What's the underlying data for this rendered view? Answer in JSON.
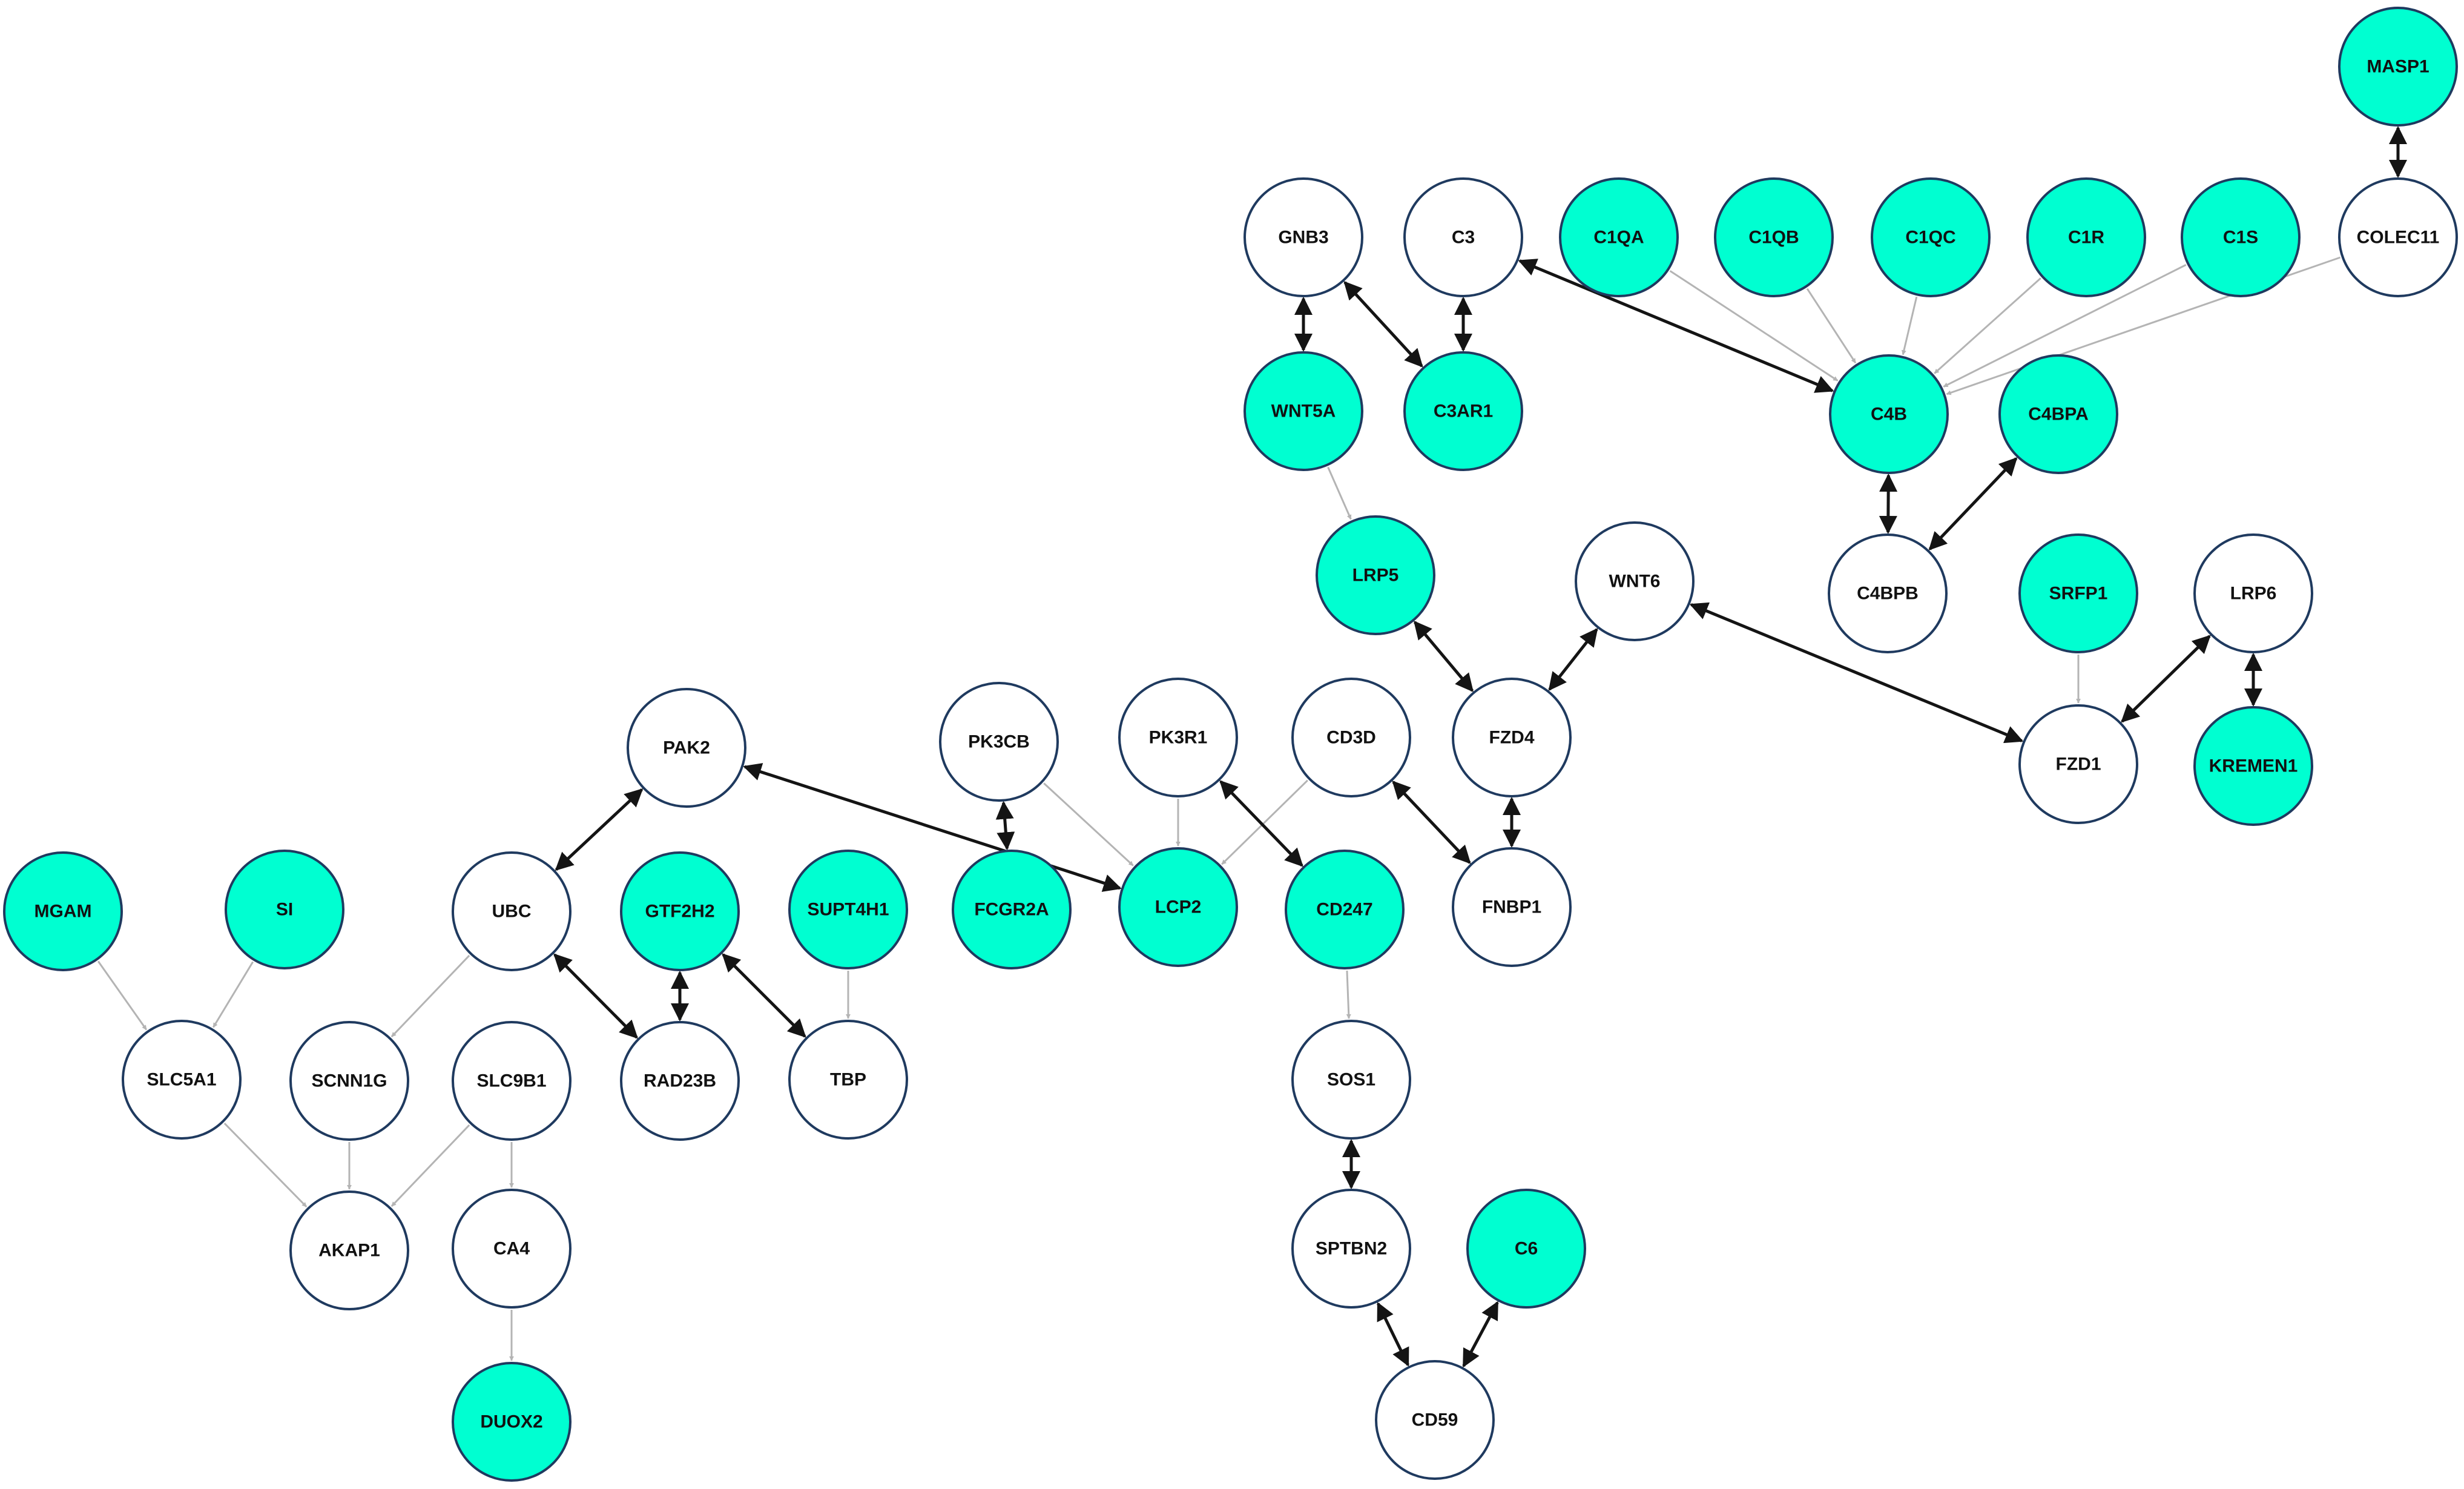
{
  "colors": {
    "highlight": "#00ffd1",
    "plain": "#ffffff",
    "border": "#1f3a5f",
    "gray_edge": "#b4b4b4",
    "black_edge": "#141414"
  },
  "nodes": [
    {
      "id": "MASP1",
      "label": "MASP1",
      "highlighted": true
    },
    {
      "id": "GNB3",
      "label": "GNB3",
      "highlighted": false
    },
    {
      "id": "C3",
      "label": "C3",
      "highlighted": false
    },
    {
      "id": "C1QA",
      "label": "C1QA",
      "highlighted": true
    },
    {
      "id": "C1QB",
      "label": "C1QB",
      "highlighted": true
    },
    {
      "id": "C1QC",
      "label": "C1QC",
      "highlighted": true
    },
    {
      "id": "C1R",
      "label": "C1R",
      "highlighted": true
    },
    {
      "id": "C1S",
      "label": "C1S",
      "highlighted": true
    },
    {
      "id": "COLEC11",
      "label": "COLEC11",
      "highlighted": false
    },
    {
      "id": "WNT5A",
      "label": "WNT5A",
      "highlighted": true
    },
    {
      "id": "C3AR1",
      "label": "C3AR1",
      "highlighted": true
    },
    {
      "id": "C4B",
      "label": "C4B",
      "highlighted": true
    },
    {
      "id": "C4BPA",
      "label": "C4BPA",
      "highlighted": true
    },
    {
      "id": "LRP5",
      "label": "LRP5",
      "highlighted": true
    },
    {
      "id": "WNT6",
      "label": "WNT6",
      "highlighted": false
    },
    {
      "id": "C4BPB",
      "label": "C4BPB",
      "highlighted": false
    },
    {
      "id": "SRFP1",
      "label": "SRFP1",
      "highlighted": true
    },
    {
      "id": "LRP6",
      "label": "LRP6",
      "highlighted": false
    },
    {
      "id": "PAK2",
      "label": "PAK2",
      "highlighted": false
    },
    {
      "id": "PK3CB",
      "label": "PK3CB",
      "highlighted": false
    },
    {
      "id": "PK3R1",
      "label": "PK3R1",
      "highlighted": false
    },
    {
      "id": "CD3D",
      "label": "CD3D",
      "highlighted": false
    },
    {
      "id": "FZD4",
      "label": "FZD4",
      "highlighted": false
    },
    {
      "id": "FZD1",
      "label": "FZD1",
      "highlighted": false
    },
    {
      "id": "KREMEN1",
      "label": "KREMEN1",
      "highlighted": true
    },
    {
      "id": "MGAM",
      "label": "MGAM",
      "highlighted": true
    },
    {
      "id": "SI",
      "label": "SI",
      "highlighted": true
    },
    {
      "id": "UBC",
      "label": "UBC",
      "highlighted": false
    },
    {
      "id": "GTF2H2",
      "label": "GTF2H2",
      "highlighted": true
    },
    {
      "id": "SUPT4H1",
      "label": "SUPT4H1",
      "highlighted": true
    },
    {
      "id": "FCGR2A",
      "label": "FCGR2A",
      "highlighted": true
    },
    {
      "id": "LCP2",
      "label": "LCP2",
      "highlighted": true
    },
    {
      "id": "CD247",
      "label": "CD247",
      "highlighted": true
    },
    {
      "id": "FNBP1",
      "label": "FNBP1",
      "highlighted": false
    },
    {
      "id": "SLC5A1",
      "label": "SLC5A1",
      "highlighted": false
    },
    {
      "id": "SCNN1G",
      "label": "SCNN1G",
      "highlighted": false
    },
    {
      "id": "SLC9B1",
      "label": "SLC9B1",
      "highlighted": false
    },
    {
      "id": "RAD23B",
      "label": "RAD23B",
      "highlighted": false
    },
    {
      "id": "TBP",
      "label": "TBP",
      "highlighted": false
    },
    {
      "id": "SOS1",
      "label": "SOS1",
      "highlighted": false
    },
    {
      "id": "AKAP1",
      "label": "AKAP1",
      "highlighted": false
    },
    {
      "id": "CA4",
      "label": "CA4",
      "highlighted": false
    },
    {
      "id": "SPTBN2",
      "label": "SPTBN2",
      "highlighted": false
    },
    {
      "id": "C6",
      "label": "C6",
      "highlighted": true
    },
    {
      "id": "DUOX2",
      "label": "DUOX2",
      "highlighted": true
    },
    {
      "id": "CD59",
      "label": "CD59",
      "highlighted": false
    }
  ],
  "edges": [
    {
      "from": "MASP1",
      "to": "COLEC11",
      "type": "bidirectional"
    },
    {
      "from": "GNB3",
      "to": "WNT5A",
      "type": "bidirectional"
    },
    {
      "from": "GNB3",
      "to": "C3AR1",
      "type": "bidirectional"
    },
    {
      "from": "C3",
      "to": "C3AR1",
      "type": "bidirectional"
    },
    {
      "from": "C3",
      "to": "C4B",
      "type": "bidirectional"
    },
    {
      "from": "C1QA",
      "to": "C4B",
      "type": "directed"
    },
    {
      "from": "C1QB",
      "to": "C4B",
      "type": "directed"
    },
    {
      "from": "C1QC",
      "to": "C4B",
      "type": "directed"
    },
    {
      "from": "C1R",
      "to": "C4B",
      "type": "directed"
    },
    {
      "from": "C1S",
      "to": "C4B",
      "type": "directed"
    },
    {
      "from": "COLEC11",
      "to": "C4B",
      "type": "directed"
    },
    {
      "from": "C4B",
      "to": "C4BPB",
      "type": "bidirectional"
    },
    {
      "from": "C4BPA",
      "to": "C4BPB",
      "type": "bidirectional"
    },
    {
      "from": "WNT5A",
      "to": "LRP5",
      "type": "directed"
    },
    {
      "from": "LRP5",
      "to": "FZD4",
      "type": "bidirectional"
    },
    {
      "from": "WNT6",
      "to": "FZD4",
      "type": "bidirectional"
    },
    {
      "from": "WNT6",
      "to": "FZD1",
      "type": "bidirectional"
    },
    {
      "from": "SRFP1",
      "to": "FZD1",
      "type": "directed"
    },
    {
      "from": "LRP6",
      "to": "FZD1",
      "type": "bidirectional"
    },
    {
      "from": "LRP6",
      "to": "KREMEN1",
      "type": "bidirectional"
    },
    {
      "from": "FZD4",
      "to": "FNBP1",
      "type": "bidirectional"
    },
    {
      "from": "CD3D",
      "to": "FNBP1",
      "type": "bidirectional"
    },
    {
      "from": "CD3D",
      "to": "LCP2",
      "type": "directed"
    },
    {
      "from": "PK3R1",
      "to": "LCP2",
      "type": "directed"
    },
    {
      "from": "PK3R1",
      "to": "CD247",
      "type": "bidirectional"
    },
    {
      "from": "PK3CB",
      "to": "LCP2",
      "type": "directed"
    },
    {
      "from": "PK3CB",
      "to": "FCGR2A",
      "type": "bidirectional"
    },
    {
      "from": "PAK2",
      "to": "LCP2",
      "type": "bidirectional"
    },
    {
      "from": "PAK2",
      "to": "UBC",
      "type": "bidirectional"
    },
    {
      "from": "UBC",
      "to": "SCNN1G",
      "type": "directed"
    },
    {
      "from": "UBC",
      "to": "RAD23B",
      "type": "bidirectional"
    },
    {
      "from": "GTF2H2",
      "to": "RAD23B",
      "type": "bidirectional"
    },
    {
      "from": "GTF2H2",
      "to": "TBP",
      "type": "bidirectional"
    },
    {
      "from": "SUPT4H1",
      "to": "TBP",
      "type": "directed"
    },
    {
      "from": "MGAM",
      "to": "SLC5A1",
      "type": "directed"
    },
    {
      "from": "SI",
      "to": "SLC5A1",
      "type": "directed"
    },
    {
      "from": "SLC5A1",
      "to": "AKAP1",
      "type": "directed"
    },
    {
      "from": "SCNN1G",
      "to": "AKAP1",
      "type": "directed"
    },
    {
      "from": "SLC9B1",
      "to": "AKAP1",
      "type": "directed"
    },
    {
      "from": "SLC9B1",
      "to": "CA4",
      "type": "directed"
    },
    {
      "from": "CA4",
      "to": "DUOX2",
      "type": "directed"
    },
    {
      "from": "CD247",
      "to": "SOS1",
      "type": "directed"
    },
    {
      "from": "SOS1",
      "to": "SPTBN2",
      "type": "bidirectional"
    },
    {
      "from": "SPTBN2",
      "to": "CD59",
      "type": "bidirectional"
    },
    {
      "from": "C6",
      "to": "CD59",
      "type": "bidirectional"
    }
  ]
}
